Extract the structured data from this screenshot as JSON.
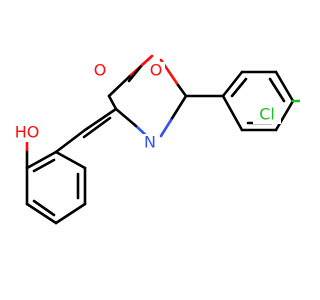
{
  "diagram": {
    "atoms": {
      "carbonyl_o": "O",
      "ring_o": "O",
      "ring_n": "N",
      "chlorine": "Cl",
      "hydroxyl": "HO"
    },
    "colors": {
      "bond": "#000000",
      "oxygen": "#ff0d0d",
      "nitrogen": "#3050f8",
      "chlorine": "#1fbf1f",
      "background": "#ffffff"
    }
  }
}
